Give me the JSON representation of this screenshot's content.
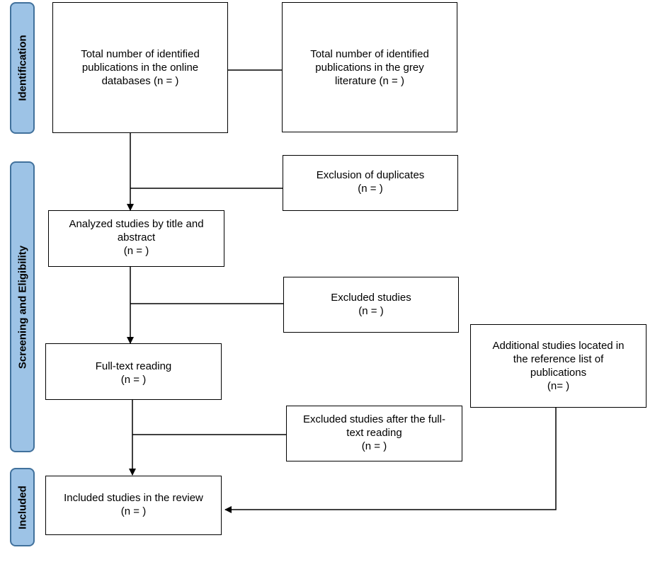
{
  "phases": {
    "identification": "Identification",
    "screening": "Screening and Eligibility",
    "included": "Included"
  },
  "boxes": {
    "online_databases": {
      "lines": [
        "Total number of identified",
        "publications in the online",
        "databases (n = )"
      ]
    },
    "grey_literature": {
      "lines": [
        "Total number of identified",
        "publications in the grey",
        "literature (n = )"
      ]
    },
    "duplicates": {
      "lines": [
        "Exclusion of duplicates",
        "(n = )"
      ]
    },
    "title_abstract": {
      "lines": [
        "Analyzed studies by title and",
        "abstract",
        "(n = )"
      ]
    },
    "excluded": {
      "lines": [
        "Excluded studies",
        "(n = )"
      ]
    },
    "fulltext": {
      "lines": [
        "Full-text reading",
        "(n = )"
      ]
    },
    "additional": {
      "lines": [
        "Additional studies located in",
        "the reference list of",
        "publications",
        "(n= )"
      ]
    },
    "excluded_fulltext": {
      "lines": [
        "Excluded studies after the full-",
        "text reading",
        "(n = )"
      ]
    },
    "included": {
      "lines": [
        "Included studies in the review",
        "(n = )"
      ]
    }
  }
}
